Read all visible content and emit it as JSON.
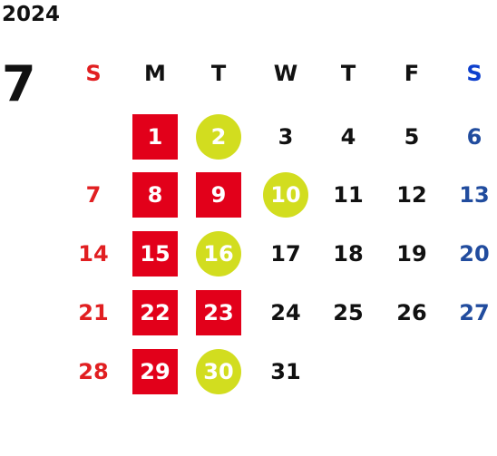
{
  "year": "2024",
  "month": "7",
  "weekdays": [
    "S",
    "M",
    "T",
    "W",
    "T",
    "F",
    "S"
  ],
  "weeks": [
    [
      "",
      "1",
      "2",
      "3",
      "4",
      "5",
      "6"
    ],
    [
      "7",
      "8",
      "9",
      "10",
      "11",
      "12",
      "13"
    ],
    [
      "14",
      "15",
      "16",
      "17",
      "18",
      "19",
      "20"
    ],
    [
      "21",
      "22",
      "23",
      "24",
      "25",
      "26",
      "27"
    ],
    [
      "28",
      "29",
      "30",
      "31",
      "",
      "",
      ""
    ]
  ],
  "highlight_red_days": [
    "1",
    "8",
    "9",
    "15",
    "22",
    "23",
    "29"
  ],
  "highlight_green_days": [
    "2",
    "10",
    "16",
    "30"
  ],
  "colors": {
    "sunday": "#e11f21",
    "saturday_header": "#0d3fcd",
    "saturday_days": "#214c9e",
    "weekday": "#111111",
    "red_box": "#e2001a",
    "green_circle": "#d2dd1f"
  }
}
